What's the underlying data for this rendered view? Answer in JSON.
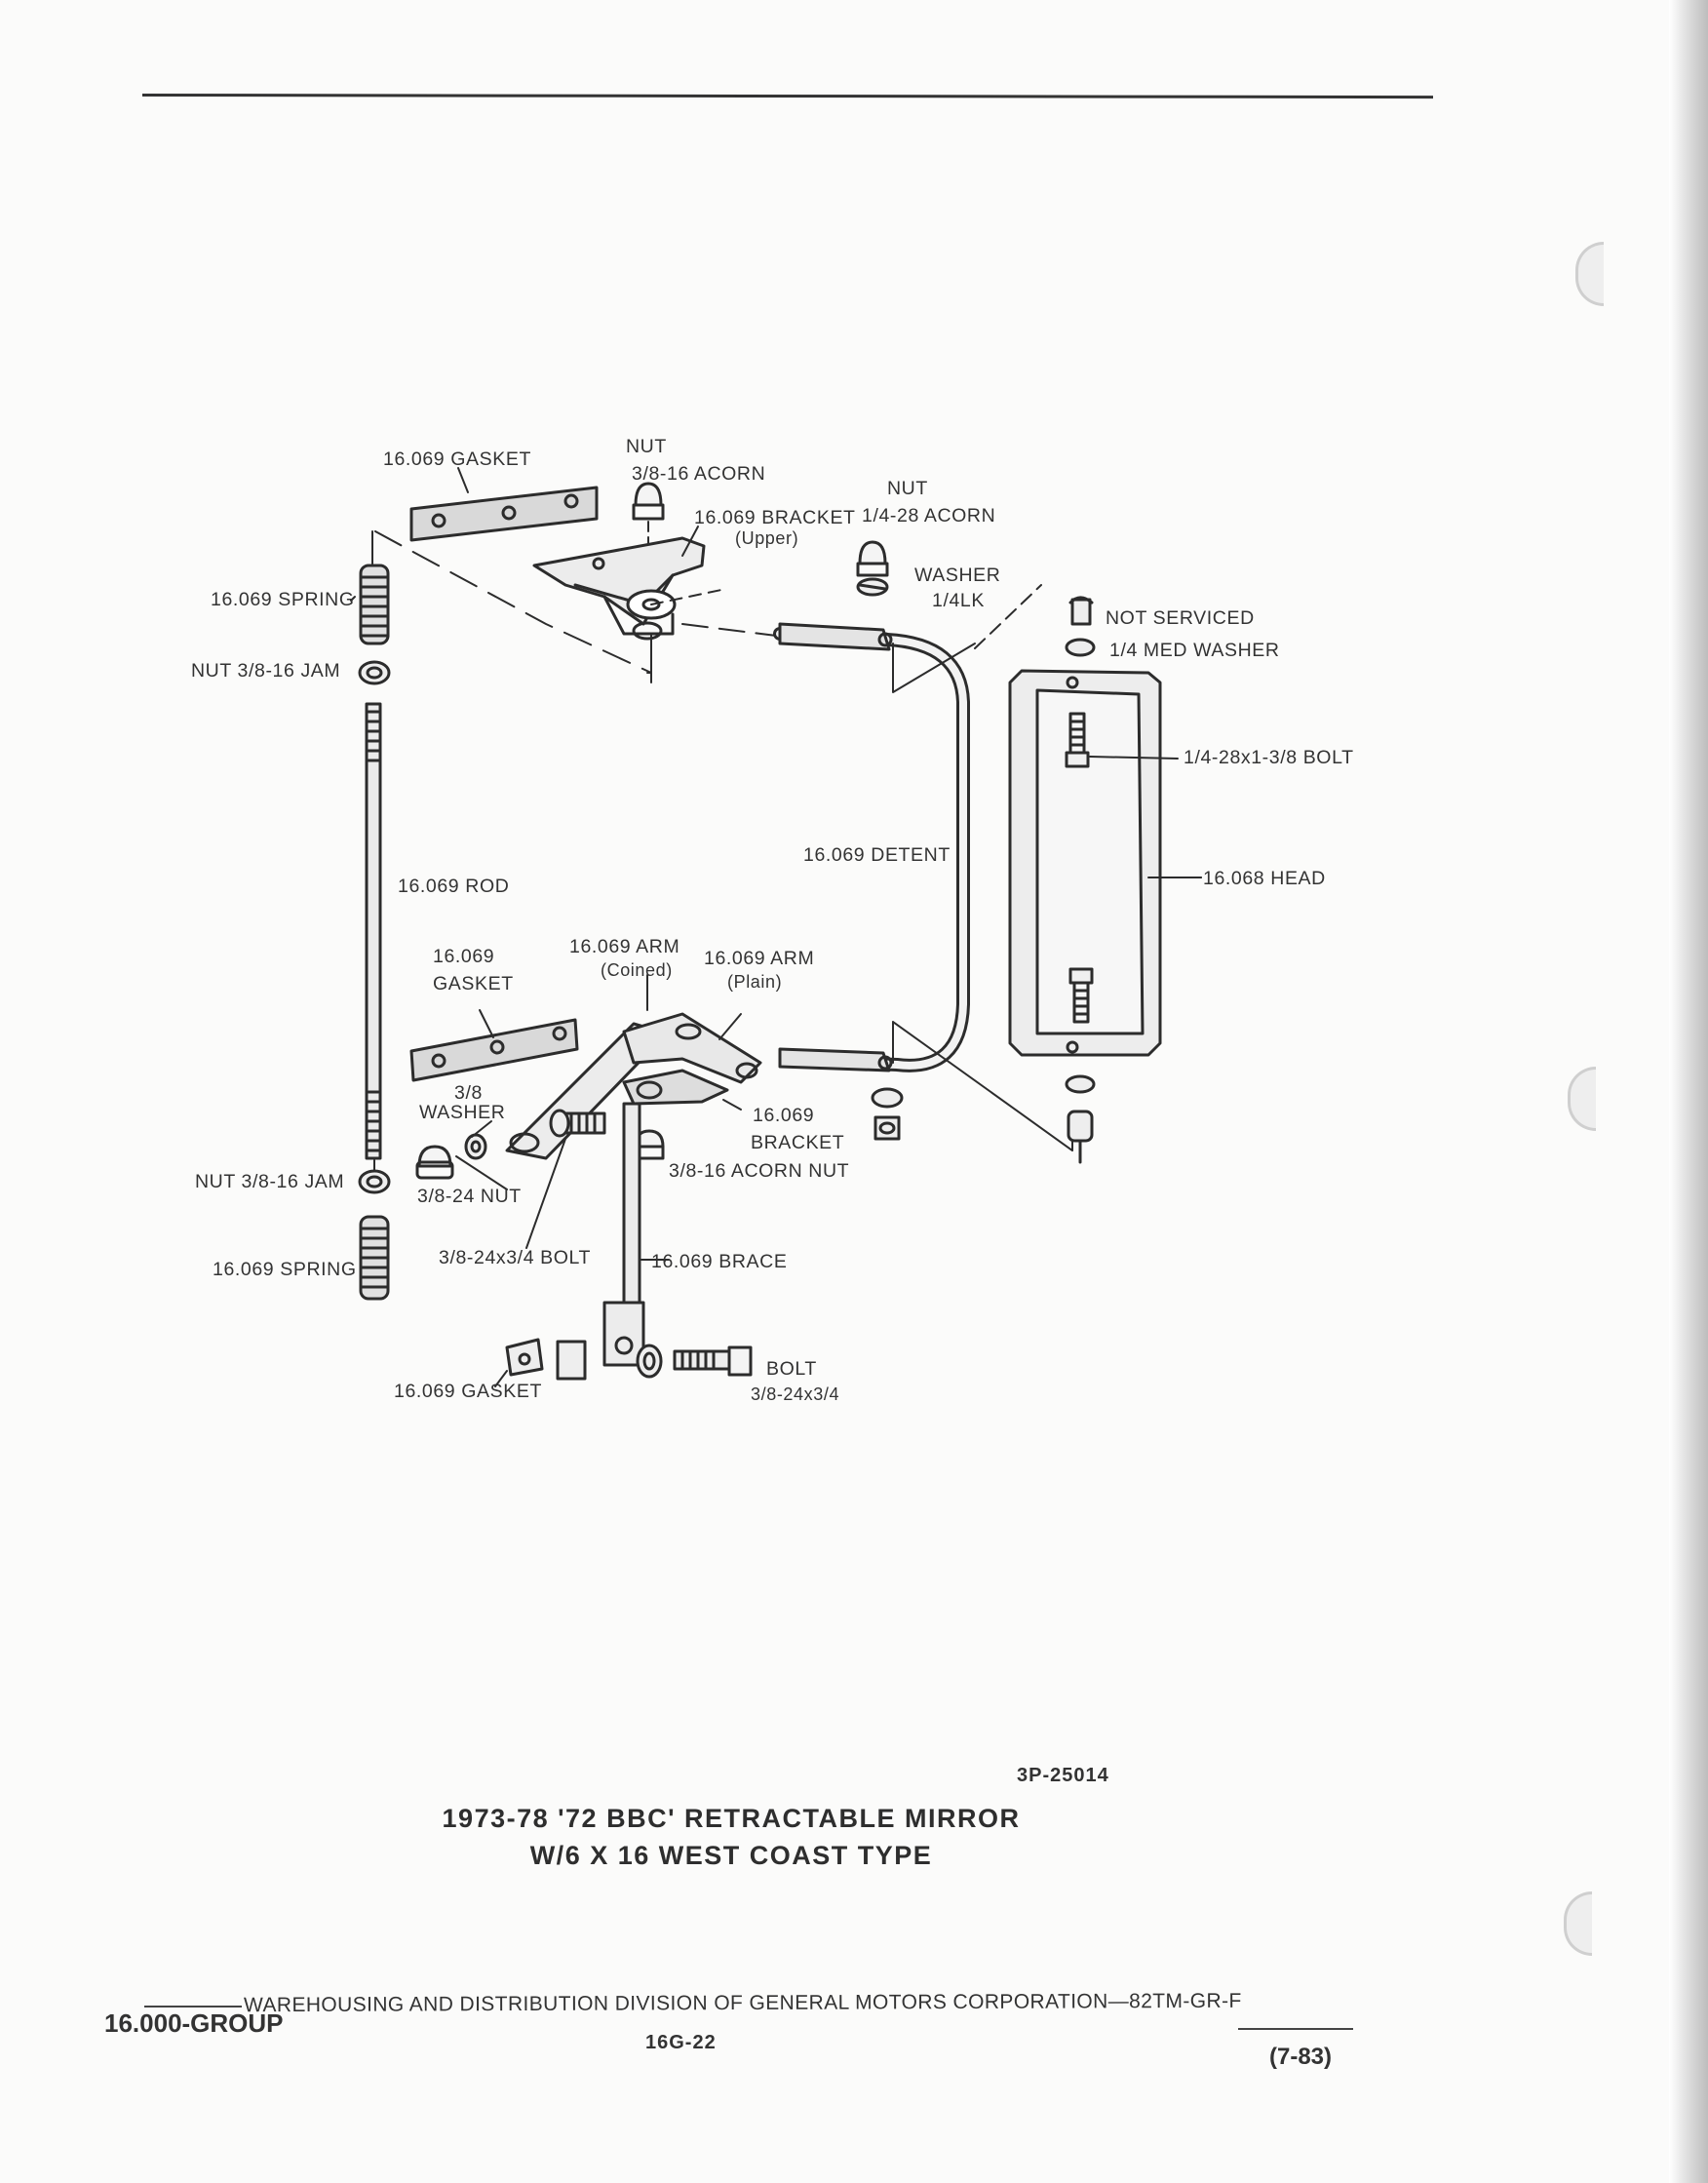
{
  "labels": {
    "gasket_top": "16.069 GASKET",
    "nut_left_1": "NUT",
    "nut_left_2": "3/8-16 ACORN",
    "nut_right_1": "NUT",
    "nut_right_2": "1/4-28 ACORN",
    "bracket_upper_1": "16.069 BRACKET",
    "bracket_upper_2": "(Upper)",
    "spring_top": "16.069 SPRING",
    "washer_1": "WASHER",
    "washer_2": "1/4LK",
    "not_serviced": "NOT SERVICED",
    "med_washer": "1/4 MED WASHER",
    "nut_jam_top": "NUT 3/8-16 JAM",
    "bolt_head": "1/4-28x1-3/8 BOLT",
    "detent": "16.069 DETENT",
    "head": "16.068 HEAD",
    "rod": "16.069 ROD",
    "gasket_mid_1": "16.069",
    "gasket_mid_2": "GASKET",
    "arm_coined_1": "16.069 ARM",
    "arm_coined_2": "(Coined)",
    "arm_plain_1": "16.069 ARM",
    "arm_plain_2": "(Plain)",
    "washer38_1": "3/8",
    "washer38_2": "WASHER",
    "bracket_low_1": "16.069",
    "bracket_low_2": "BRACKET",
    "nut_jam_bottom": "NUT 3/8-16 JAM",
    "nut_3824": "3/8-24 NUT",
    "acorn_nut": "3/8-16 ACORN NUT",
    "bolt_3824": "3/8-24x3/4 BOLT",
    "brace": "16.069 BRACE",
    "spring_bottom": "16.069 SPRING",
    "gasket_bottom": "16.069 GASKET",
    "bolt_bottom_1": "BOLT",
    "bolt_bottom_2": "3/8-24x3/4"
  },
  "figure_ref": "3P-25014",
  "title_line1": "1973-78 '72 BBC' RETRACTABLE MIRROR",
  "title_line2": "W/6 X 16 WEST COAST TYPE",
  "footer": {
    "division": "WAREHOUSING AND DISTRIBUTION DIVISION OF GENERAL MOTORS CORPORATION—82TM-GR-F",
    "group": "16.000-GROUP",
    "page": "16G-22",
    "date": "(7-83)"
  }
}
